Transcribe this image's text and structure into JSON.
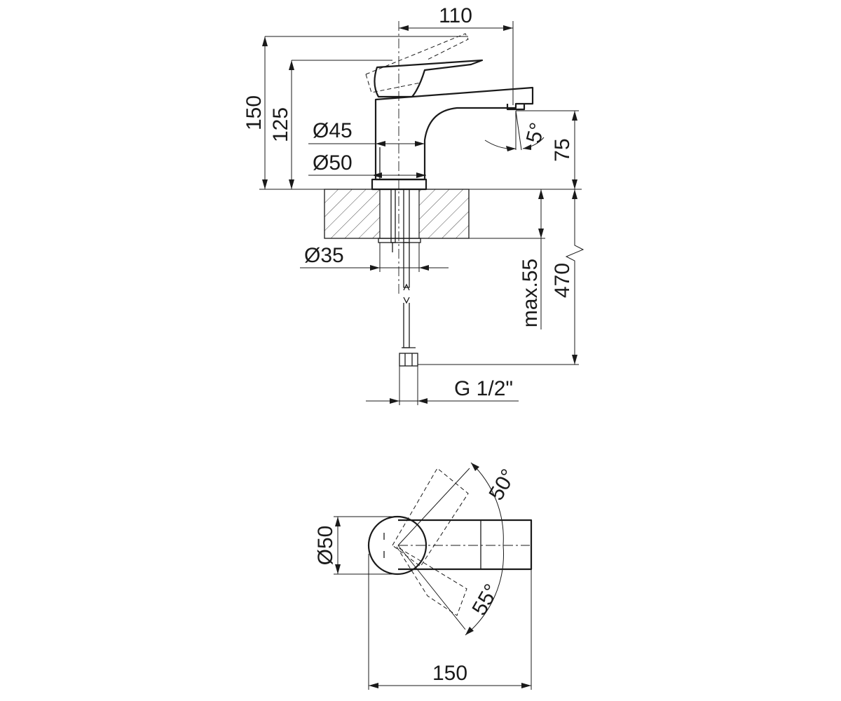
{
  "dimensions": {
    "spout_reach": "110",
    "total_height": "150",
    "spout_height": "125",
    "body_diameter": "Ø45",
    "base_diameter": "Ø50",
    "outlet_height": "75",
    "spray_angle": "5°",
    "hole_diameter": "Ø35",
    "max_thickness": "max.55",
    "hose_length": "470",
    "connection": "G 1/2\"",
    "top_diameter": "Ø50",
    "lever_angle_left": "50°",
    "lever_angle_right": "55°",
    "top_length": "150"
  }
}
